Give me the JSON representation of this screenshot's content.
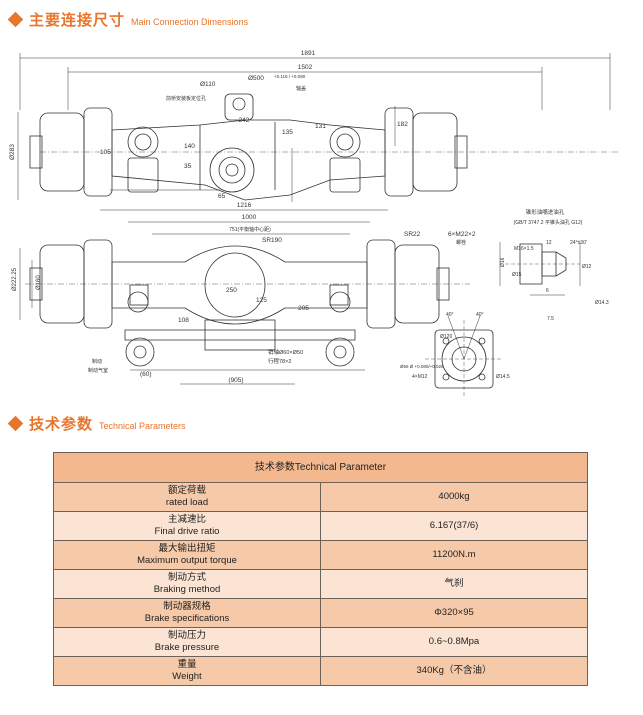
{
  "section1": {
    "title_cn": "主要连接尺寸",
    "title_en": "Main Connection Dimensions"
  },
  "section2": {
    "title_cn": "技术参数",
    "title_en": "Technical Parameters"
  },
  "drawing": {
    "top_view": {
      "dim_overall": "1891",
      "dim_1502": "1502",
      "dim_110": "Ø110",
      "dim_500": "Ø500",
      "tolerance": "+0.119 / +0.080",
      "label_rotate": "轴盖",
      "label_left": "前桥安装板定位孔",
      "dim_242": "242",
      "dim_65": "65",
      "dim_105": "105",
      "dim_140": "140",
      "dim_35": "35",
      "dim_131": "131",
      "dim_135": "135",
      "dim_182": "182",
      "dim_283": "Ø283"
    },
    "front_view": {
      "dim_1216": "1216",
      "dim_1000": "1000",
      "dim_751": "751(平衡轴中心距)",
      "dim_sr190": "SR190",
      "dim_sr22": "SR22",
      "dim_thread": "6×M22×2",
      "label_thread": "螺栓",
      "dim_222": "Ø222.25",
      "dim_160": "Ø160",
      "dim_108": "108",
      "dim_125": "125",
      "dim_250": "250",
      "dim_205": "205",
      "dim_pin": "销轴Ø60×Ø50",
      "dim_stroke": "行程78×2",
      "dim_60": "(60)",
      "dim_905": "(905)",
      "label_brake": "制动",
      "label_chamber": "制动气室"
    },
    "nipple": {
      "title": "锥形油嘴进油孔",
      "standard": "(GB/T 3747.2 平锥头油孔 G12)",
      "dim_16": "Ø16",
      "dim_12": "12",
      "dim_24": "24°±30'",
      "dim_m": "M16×1.5",
      "dim_15": "Ø15",
      "dim_10": "Ø12",
      "dim_6": "6",
      "dim_14": "Ø14.3",
      "dim_75": "7.5"
    },
    "flange": {
      "dim_40a": "40°",
      "dim_40b": "40°",
      "dim_120": "Ø120",
      "dim_holes": "Ø56 Ø +0.080/+0.026",
      "dim_bolt": "4×M12",
      "dim_145": "Ø14.5"
    }
  },
  "table": {
    "header": "技术参数Technical Parameter",
    "rows": [
      {
        "name_cn": "额定荷载",
        "name_en": "rated load",
        "value": "4000kg"
      },
      {
        "name_cn": "主减速比",
        "name_en": "Final drive ratio",
        "value": "6.167(37/6)"
      },
      {
        "name_cn": "最大输出扭矩",
        "name_en": "Maximum output torque",
        "value": "11200N.m"
      },
      {
        "name_cn": "制动方式",
        "name_en": "Braking method",
        "value": "气刹"
      },
      {
        "name_cn": "制动器规格",
        "name_en": "Brake specifications",
        "value": "Φ320×95"
      },
      {
        "name_cn": "制动压力",
        "name_en": "Brake pressure",
        "value": "0.6~0.8Mpa"
      },
      {
        "name_cn": "重量",
        "name_en": "Weight",
        "value": "340Kg（不含油）"
      }
    ]
  },
  "colors": {
    "accent": "#e8752a",
    "row_dark": "#f6c9a9",
    "row_light": "#fbe4d3",
    "header_bg": "#f4b88f",
    "line": "#333333"
  }
}
